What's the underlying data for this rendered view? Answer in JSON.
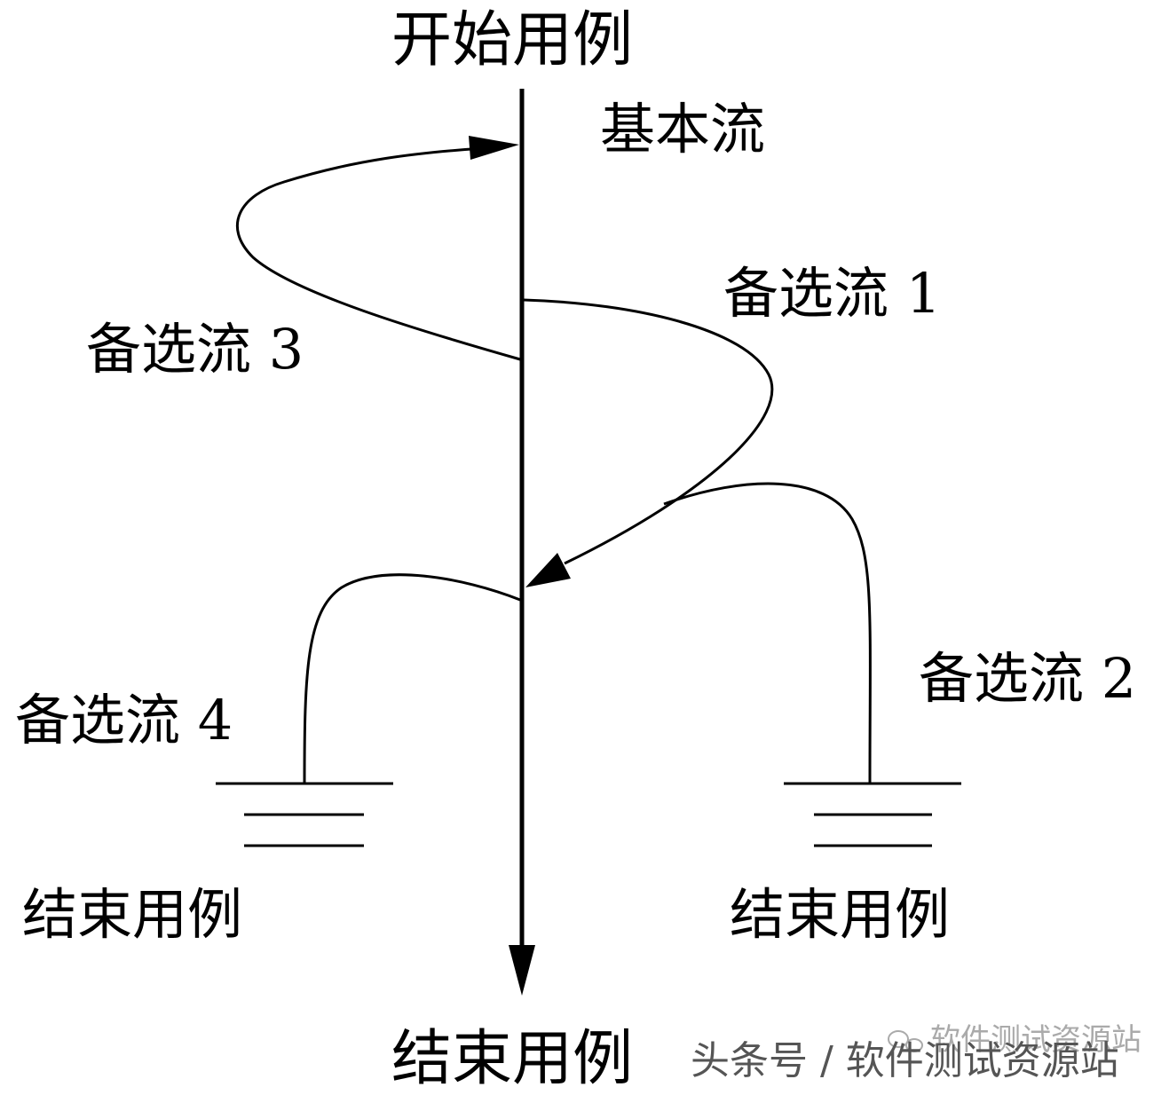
{
  "labels": {
    "start": "开始用例",
    "basic_flow": "基本流",
    "alt1": "备选流 1",
    "alt2": "备选流 2",
    "alt3": "备选流 3",
    "alt4": "备选流 4",
    "end_left": "结束用例",
    "end_right": "结束用例",
    "end_bottom": "结束用例"
  },
  "watermark": {
    "main": "头条号 / 软件测试资源站",
    "ghost": "软件测试资源站"
  },
  "colors": {
    "line": "#000000",
    "background": "#ffffff",
    "watermark": "#555555"
  }
}
